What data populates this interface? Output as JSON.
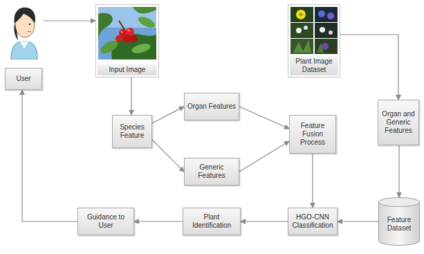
{
  "diagram": {
    "nodes": [
      {
        "text": [
          "User"
        ]
      },
      {
        "text": [
          "Input Image"
        ]
      },
      {
        "text": [
          "Plant Image Dataset"
        ]
      },
      {
        "text": [
          "Species Feature"
        ]
      },
      {
        "text": [
          "Organ Features"
        ]
      },
      {
        "text": [
          "Generic Features"
        ]
      },
      {
        "text": [
          "Feature Fusion Process"
        ]
      },
      {
        "text": [
          "Organ and Generic Features"
        ]
      },
      {
        "text": [
          "HGO-CNN Classification"
        ]
      },
      {
        "text": [
          "Feature Dataset"
        ]
      },
      {
        "text": [
          "Plant Identification"
        ]
      },
      {
        "text": [
          "Guidance to User"
        ]
      }
    ],
    "edges": [
      {
        "from": 0,
        "to": 1,
        "arrow": "to"
      },
      {
        "from": 1,
        "to": 3,
        "arrow": "to"
      },
      {
        "from": 3,
        "to": 4,
        "arrow": "to"
      },
      {
        "from": 3,
        "to": 5,
        "arrow": "to"
      },
      {
        "from": 4,
        "to": 6,
        "arrow": "to"
      },
      {
        "from": 5,
        "to": 6,
        "arrow": "to"
      },
      {
        "from": 6,
        "to": 8,
        "arrow": "to"
      },
      {
        "from": 2,
        "to": 7,
        "arrow": "to"
      },
      {
        "from": 7,
        "to": 9,
        "arrow": "to"
      },
      {
        "from": 9,
        "to": 8,
        "arrow": "to"
      },
      {
        "from": 8,
        "to": 10,
        "arrow": "to"
      },
      {
        "from": 10,
        "to": 11,
        "arrow": "to"
      },
      {
        "from": 11,
        "to": 0,
        "arrow": "to"
      }
    ]
  }
}
